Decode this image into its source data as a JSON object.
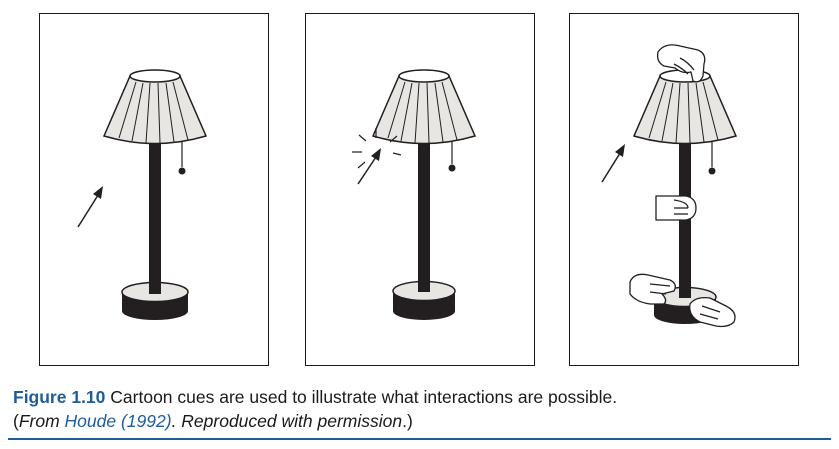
{
  "figure": {
    "label": "Figure 1.10",
    "caption_text": "Cartoon cues are used to illustrate what interactions are possible.",
    "source_open": "(",
    "source_from": "From ",
    "source_author": "Houde (1992)",
    "source_rest": ". Reproduced with permission",
    "source_close": ".)"
  },
  "panels": [
    {
      "cue": "arrow"
    },
    {
      "cue": "arrow-with-sparkle"
    },
    {
      "cue": "arrow-with-hands"
    }
  ]
}
